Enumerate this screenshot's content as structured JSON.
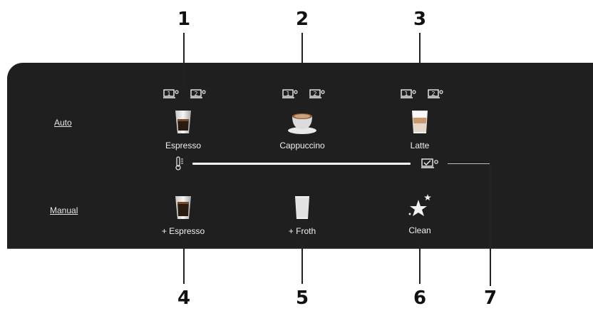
{
  "callouts": [
    "1",
    "2",
    "3",
    "4",
    "5",
    "6",
    "7"
  ],
  "row_labels": {
    "auto": "Auto",
    "manual": "Manual"
  },
  "auto_drinks": [
    {
      "label": "Espresso",
      "icon": "espresso-glass-icon"
    },
    {
      "label": "Cappuccino",
      "icon": "cappuccino-cup-icon"
    },
    {
      "label": "Latte",
      "icon": "latte-glass-icon"
    }
  ],
  "cup_selectors": [
    {
      "one": "1",
      "two": "2"
    },
    {
      "one": "1",
      "two": "2"
    },
    {
      "one": "1",
      "two": "2"
    }
  ],
  "manual_drinks": [
    {
      "label": "+ Espresso",
      "icon": "espresso-glass-icon"
    },
    {
      "label": "+ Froth",
      "icon": "milk-glass-icon"
    },
    {
      "label": "Clean",
      "icon": "sparkle-stars-icon"
    }
  ],
  "heating_progress": 1.0,
  "colors": {
    "panel": "#1f1f1f",
    "text": "#f0f0f0",
    "callout": "#111111"
  }
}
